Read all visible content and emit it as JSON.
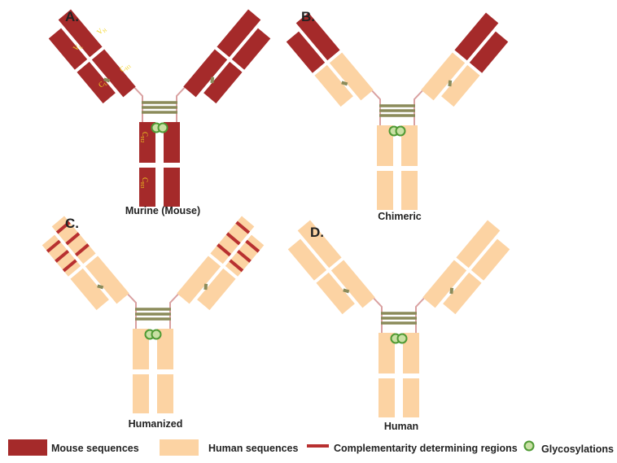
{
  "colors": {
    "mouse": "#a52a2a",
    "human": "#fcd3a3",
    "cdr": "#b83030",
    "disulfide": "#8b8b5a",
    "hinge": "#d9a0a0",
    "glyco_fill": "#c9e0a4",
    "glyco_stroke": "#4f9a34",
    "domain_label": "#f2d31f"
  },
  "panels": [
    {
      "letter": "A.",
      "caption": "Murine (Mouse)",
      "type": "mouse"
    },
    {
      "letter": "B.",
      "caption": "Chimeric",
      "type": "chimeric"
    },
    {
      "letter": "C.",
      "caption": "Humanized",
      "type": "humanized"
    },
    {
      "letter": "D.",
      "caption": "Human",
      "type": "human"
    }
  ],
  "domain_labels": {
    "vh": "V",
    "vh_sub": "H",
    "vl": "V",
    "vl_sub": "L",
    "ch1": "C",
    "ch1_sub": "H1",
    "cl": "C",
    "cl_sub": "L",
    "ch2": "C",
    "ch2_sub": "H2",
    "ch3": "C",
    "ch3_sub": "H3"
  },
  "legend": {
    "mouse": "Mouse sequences",
    "human": "Human sequences",
    "cdr": "Complementarity determining regions",
    "glyco": "Glycosylations"
  }
}
